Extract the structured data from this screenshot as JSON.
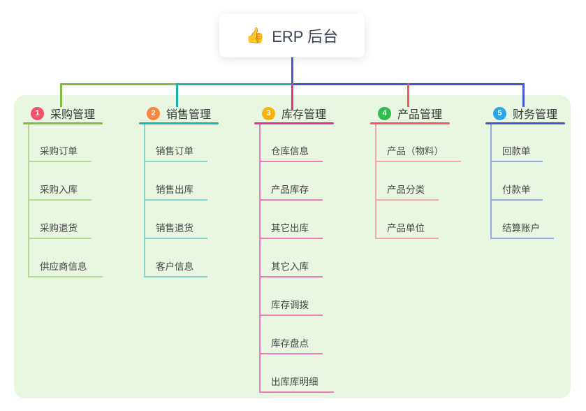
{
  "root": {
    "icon": "👍",
    "title": "ERP 后台"
  },
  "colors": {
    "stem": "#4a59d0",
    "panel_bg": "#e9f6e2",
    "card_bg": "#ffffff",
    "root_text": "#3b4456"
  },
  "branches": [
    {
      "number": "1",
      "label": "采购管理",
      "badge_color": "#f4516c",
      "line_color": "#7cbe41",
      "child_line_color": "#b5db8f",
      "children": [
        "采购订单",
        "采购入库",
        "采购退货",
        "供应商信息"
      ]
    },
    {
      "number": "2",
      "label": "销售管理",
      "badge_color": "#f98540",
      "line_color": "#19b5ab",
      "child_line_color": "#82d6cf",
      "children": [
        "销售订单",
        "销售出库",
        "销售退货",
        "客户信息"
      ]
    },
    {
      "number": "3",
      "label": "库存管理",
      "badge_color": "#f9b30c",
      "line_color": "#e0318f",
      "child_line_color": "#ee7ab8",
      "children": [
        "仓库信息",
        "产品库存",
        "其它出库",
        "其它入库",
        "库存调拨",
        "库存盘点",
        "出库库明细"
      ]
    },
    {
      "number": "4",
      "label": "产品管理",
      "badge_color": "#2cbd4e",
      "line_color": "#f4555e",
      "child_line_color": "#f9a7ab",
      "children": [
        "产品（物料）",
        "产品分类",
        "产品单位"
      ]
    },
    {
      "number": "5",
      "label": "财务管理",
      "badge_color": "#2aa7e8",
      "line_color": "#4557ce",
      "child_line_color": "#97a9dd",
      "children": [
        "回款单",
        "付款单",
        "结算账户"
      ]
    }
  ]
}
